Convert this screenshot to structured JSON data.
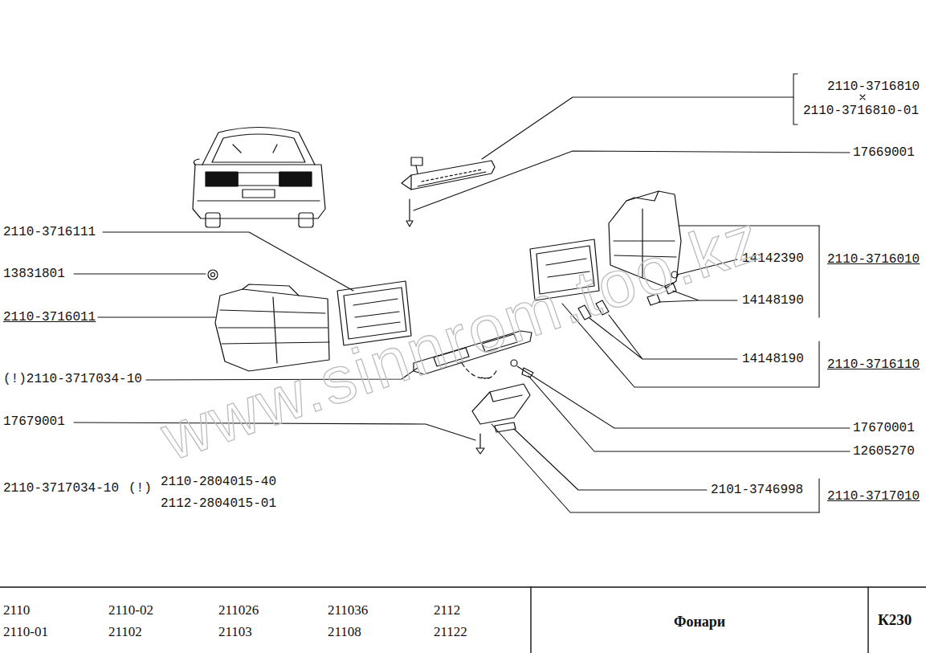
{
  "diagram": {
    "title": "Фонари",
    "labels": [
      "2110-3716810",
      "2110-3716810-01",
      "17669001",
      "2110-3716111",
      "13831801",
      "14142390",
      "2110-3716010",
      "2110-3716011",
      "14148190",
      "14148190",
      "2110-3716110",
      "(!)2110-3717034-10",
      "17679001",
      "17670001",
      "12605270",
      "2110-2804015-40",
      "2110-3717034-10",
      "(!)",
      "2101-3746998",
      "2110-3717010",
      "2112-2804015-01",
      "2110",
      "2110-01",
      "2110-02",
      "21102",
      "211026",
      "21103",
      "211036",
      "21108",
      "2112",
      "21122",
      "К230",
      "www.sinnrom.too.kz"
    ]
  }
}
